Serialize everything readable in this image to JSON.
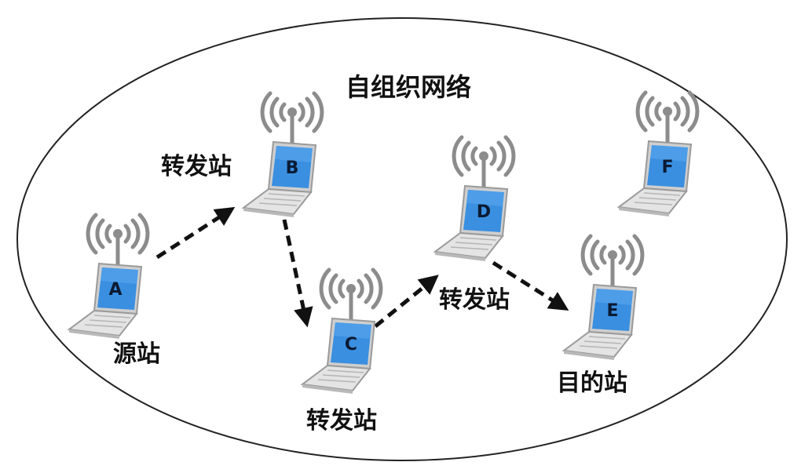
{
  "title": "自组织网络",
  "nodes": {
    "A": {
      "letter": "A",
      "role": "源站"
    },
    "B": {
      "letter": "B",
      "role": "转发站"
    },
    "C": {
      "letter": "C",
      "role": "转发站"
    },
    "D": {
      "letter": "D",
      "role": "转发站"
    },
    "E": {
      "letter": "E",
      "role": "目的站"
    },
    "F": {
      "letter": "F",
      "role": ""
    }
  },
  "links": [
    {
      "from": "A",
      "to": "B"
    },
    {
      "from": "B",
      "to": "C"
    },
    {
      "from": "C",
      "to": "D"
    },
    {
      "from": "D",
      "to": "E"
    }
  ],
  "colors": {
    "screen": "#3a8fe0",
    "screen_dark": "#1f5fb0",
    "laptop_body": "#e4e4e4",
    "laptop_edge": "#9a9a9a",
    "signal": "#8c8c8c",
    "arrow": "#111111",
    "ellipse_stroke": "#222222"
  },
  "icons": [
    "laptop-icon",
    "wifi-signal-icon"
  ]
}
